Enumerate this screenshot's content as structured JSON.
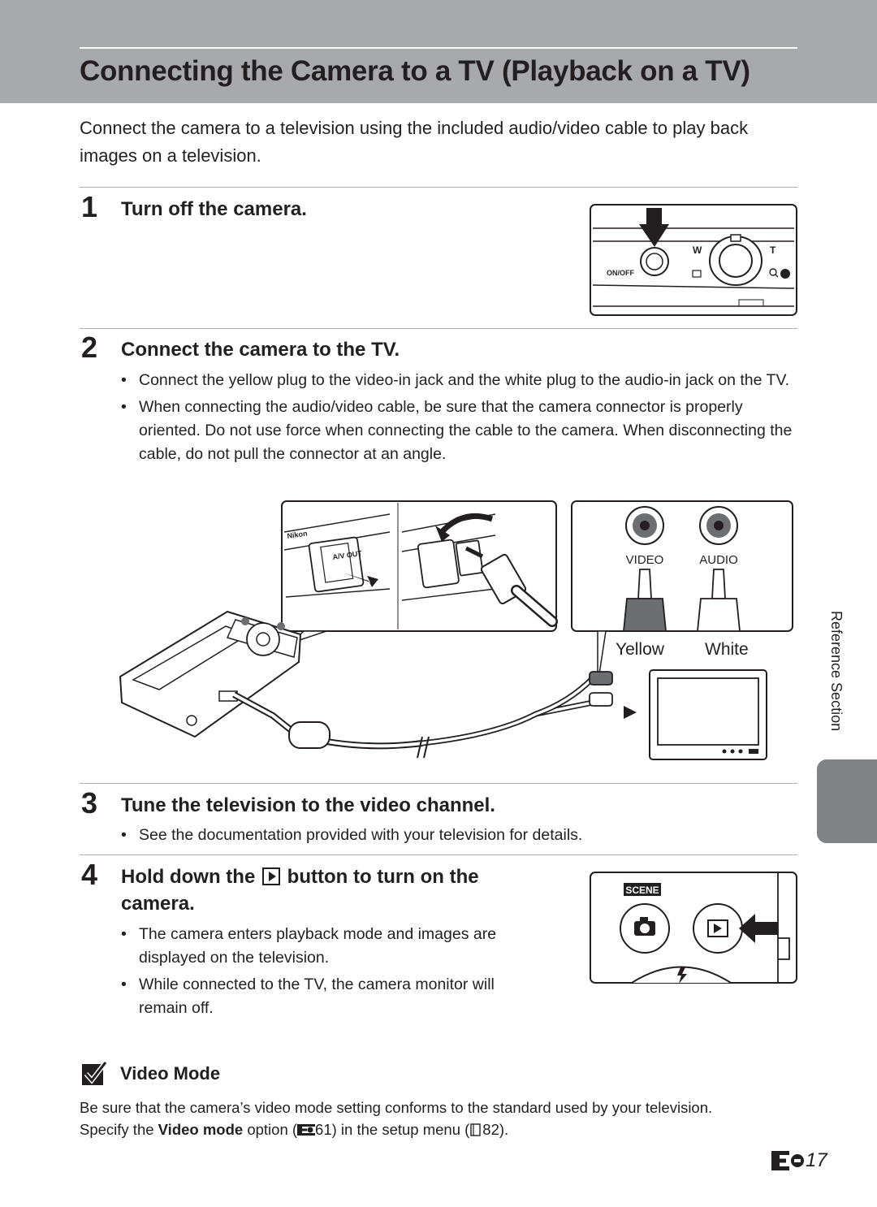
{
  "header": {
    "title": "Connecting the Camera to a TV (Playback on a TV)"
  },
  "intro": "Connect the camera to a television using the included audio/video cable to play back images on a television.",
  "steps": [
    {
      "number": "1",
      "heading": "Turn off the camera.",
      "bullets": []
    },
    {
      "number": "2",
      "heading": "Connect the camera to the TV.",
      "bullets": [
        "Connect the yellow plug to the video-in jack and the white plug to the audio-in jack on the TV.",
        "When connecting the audio/video cable, be sure that the camera connector is properly oriented. Do not use force when connecting the cable to the camera. When disconnecting the cable, do not pull the connector at an angle."
      ]
    },
    {
      "number": "3",
      "heading": "Tune the television to the video channel.",
      "bullets": [
        "See the documentation provided with your television for details."
      ]
    },
    {
      "number": "4",
      "heading_before": "Hold down the",
      "heading_after": "button to turn on the",
      "heading_line2": "camera.",
      "bullets": [
        "The camera enters playback mode and images are displayed on the television.",
        "While connected to the TV, the camera monitor will remain off."
      ]
    }
  ],
  "figures": {
    "onoff": {
      "onoff_label": "ON/OFF",
      "w_label": "W",
      "t_label": "T"
    },
    "connection": {
      "video_label": "VIDEO",
      "audio_label": "AUDIO",
      "yellow_label": "Yellow",
      "white_label": "White",
      "av_out_label": "A/V OUT",
      "brand_label": "Nikon"
    },
    "playback": {
      "scene_label": "SCENE"
    }
  },
  "side": {
    "section_label": "Reference Section"
  },
  "note": {
    "title": "Video Mode",
    "line1": "Be sure that the camera’s video mode setting conforms to the standard used by your television.",
    "line2_before": "Specify the",
    "line2_bold": "Video mode",
    "line2_after": "option (",
    "ref1": "61",
    "line2_mid": ") in the setup menu (",
    "ref2": "82",
    "line2_end": ")."
  },
  "footer": {
    "page_number": "17"
  },
  "icons": {
    "reference_icon": "reference-section-icon",
    "check_icon": "checkmark-icon",
    "book_icon": "book-icon",
    "play_icon": "playback-icon"
  }
}
